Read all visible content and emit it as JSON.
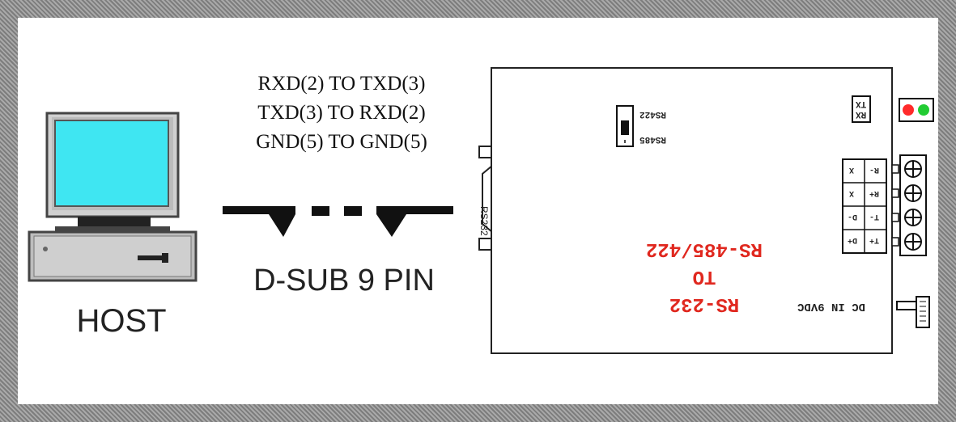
{
  "wiring": {
    "lines": [
      "RXD(2) TO TXD(3)",
      "TXD(3) TO RXD(2)",
      "GND(5) TO GND(5)"
    ]
  },
  "labels": {
    "host": "HOST",
    "connector": "D-SUB 9 PIN",
    "rs232_port": "RS232"
  },
  "device": {
    "title_lines": [
      "RS-232",
      "TO",
      "RS-485/422"
    ],
    "power": "DC IN 9VDC",
    "switch_options": [
      "RS485",
      "RS422"
    ],
    "leds": [
      "TX",
      "RX"
    ],
    "terminals": {
      "left_column": [
        "R-",
        "R+",
        "T-",
        "T+"
      ],
      "right_column": [
        "X",
        "X",
        "D-",
        "D+"
      ]
    },
    "colors": {
      "title": "#e0281f",
      "led_tx": "#ff2a2a",
      "led_rx": "#22cc33"
    }
  },
  "host_colors": {
    "screen": "#3fe6f2",
    "case": "#bdbdbd"
  }
}
